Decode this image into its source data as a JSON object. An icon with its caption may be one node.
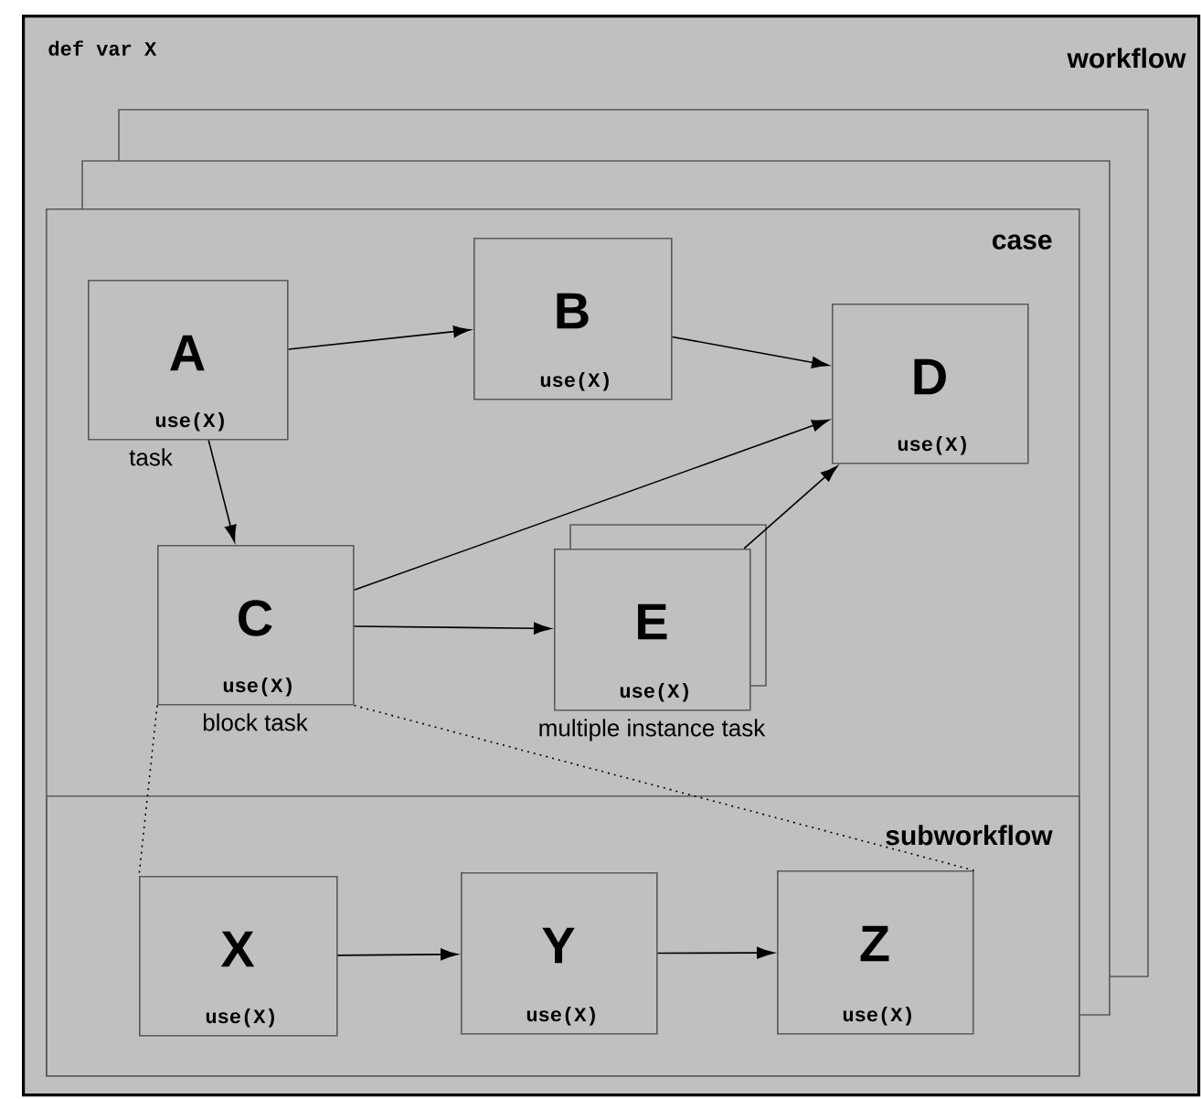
{
  "diagram": {
    "nodes": [
      {
        "text": [
          "def var X",
          "workflow"
        ]
      },
      {
        "text": [
          "case"
        ],
        "in": 0
      },
      {
        "text": [
          "A",
          "use(X)"
        ],
        "beside": [
          "task"
        ],
        "in": 1
      },
      {
        "text": [
          "B",
          "use(X)"
        ],
        "in": 1
      },
      {
        "text": [
          "D",
          "use(X)"
        ],
        "in": 1
      },
      {
        "text": [
          "C",
          "use(X)"
        ],
        "beside": [
          "block task"
        ],
        "in": 1
      },
      {
        "text": [
          "E",
          "use(X)"
        ],
        "beside": [
          "multiple instance task"
        ],
        "in": 1
      },
      {
        "text": [
          "subworkflow"
        ],
        "in": 1
      },
      {
        "text": [
          "X",
          "use(X)"
        ],
        "in": 7
      },
      {
        "text": [
          "Y",
          "use(X)"
        ],
        "in": 7
      },
      {
        "text": [
          "Z",
          "use(X)"
        ],
        "in": 7
      }
    ],
    "edges": [
      {
        "from": 2,
        "to": 3,
        "arrow": "to"
      },
      {
        "from": 3,
        "to": 4,
        "arrow": "to"
      },
      {
        "from": 2,
        "to": 5,
        "arrow": "to"
      },
      {
        "from": 5,
        "to": 4,
        "arrow": "to"
      },
      {
        "from": 5,
        "to": 6,
        "arrow": "to"
      },
      {
        "from": 6,
        "to": 4,
        "arrow": "to"
      },
      {
        "from": 5,
        "to": 8,
        "arrow": "none",
        "style": "dashed"
      },
      {
        "from": 5,
        "to": 10,
        "arrow": "none",
        "style": "dashed"
      },
      {
        "from": 8,
        "to": 9,
        "arrow": "to"
      },
      {
        "from": 9,
        "to": 10,
        "arrow": "to"
      }
    ]
  }
}
